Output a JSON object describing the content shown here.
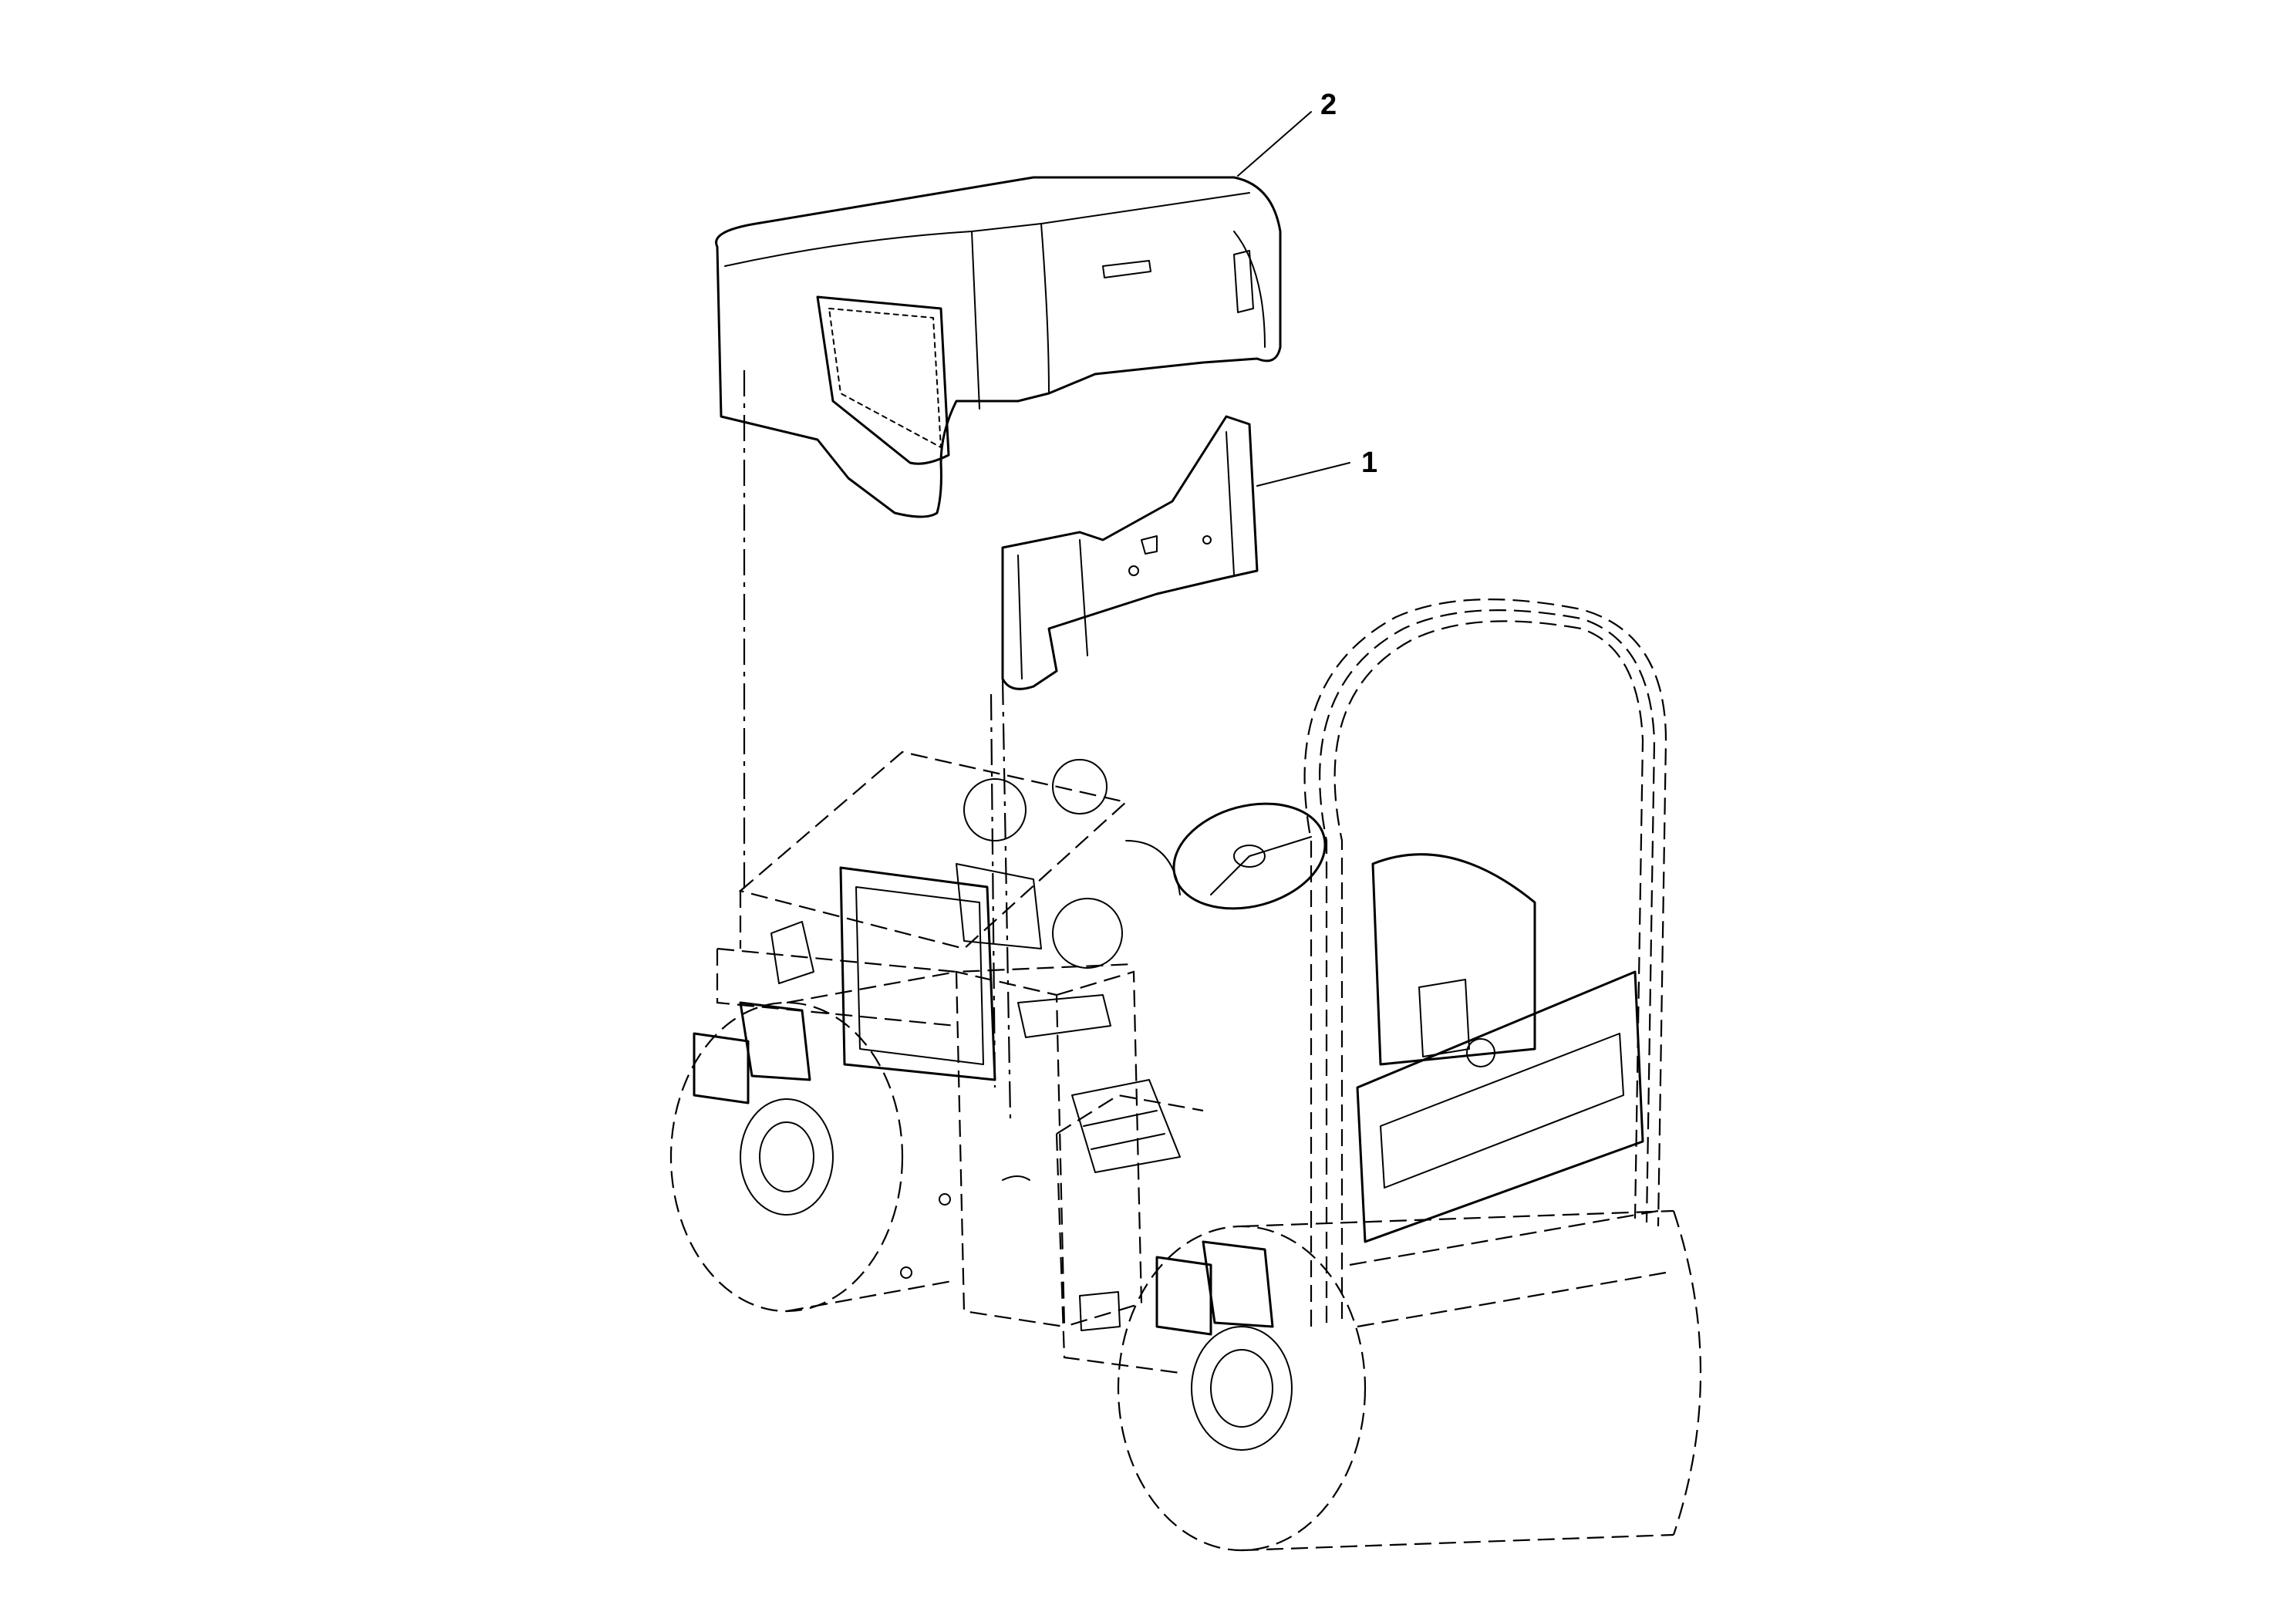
{
  "callouts": [
    {
      "label": "2",
      "part": "hood-cover"
    },
    {
      "label": "1",
      "part": "inner-panel"
    }
  ],
  "icons": {
    "hood-cover": "engine-hood-cover-icon",
    "inner-panel": "inner-cover-panel-icon",
    "machine": "tandem-roller-compactor-icon"
  },
  "colors": {
    "line": "#000000",
    "background": "#ffffff"
  }
}
